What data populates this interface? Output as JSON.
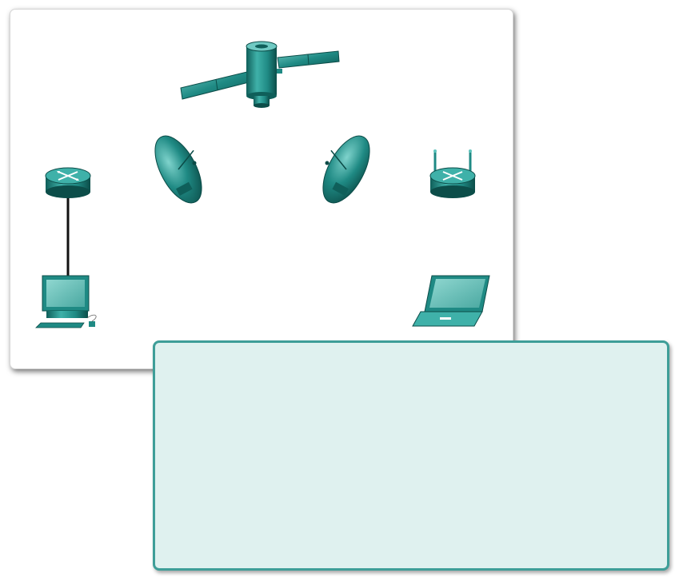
{
  "diagram": {
    "nodes": [
      {
        "id": "satellite",
        "icon": "satellite-icon"
      },
      {
        "id": "dish-left",
        "icon": "satellite-dish-icon"
      },
      {
        "id": "dish-right",
        "icon": "satellite-dish-icon"
      },
      {
        "id": "router",
        "icon": "router-icon"
      },
      {
        "id": "wireless-router",
        "icon": "wireless-router-icon"
      },
      {
        "id": "pc",
        "icon": "desktop-pc-icon"
      },
      {
        "id": "laptop",
        "icon": "laptop-icon"
      }
    ],
    "links": [
      {
        "from": "router",
        "to": "pc",
        "type": "wired"
      }
    ]
  },
  "caption": {
    "text": ""
  },
  "colors": {
    "device_teal": "#1f8a84",
    "device_dark": "#0f5f5a",
    "device_light": "#5cc4bd",
    "caption_bg": "#dff1ef",
    "caption_border": "#3e9e98",
    "link": "#111111"
  }
}
